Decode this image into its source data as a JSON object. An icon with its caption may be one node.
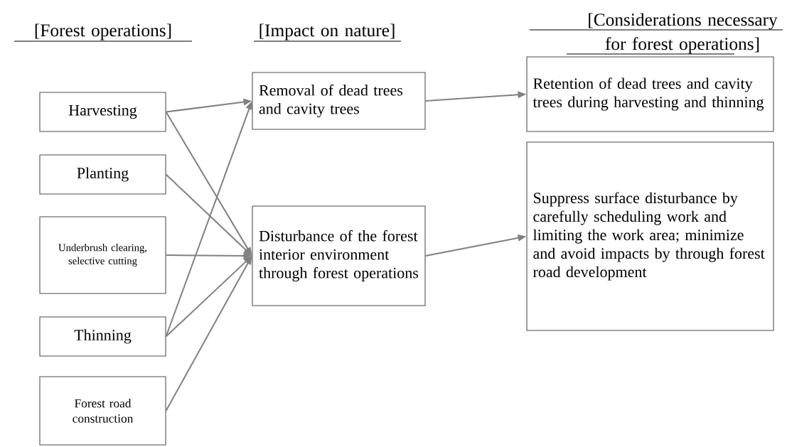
{
  "diagram": {
    "nodes": [
      {
        "text": [
          "Harvesting"
        ]
      },
      {
        "text": [
          "Planting"
        ]
      },
      {
        "text": [
          "Underbrush clearing, selective cutting"
        ]
      },
      {
        "text": [
          "Thinning"
        ]
      },
      {
        "text": [
          "Forest road construction"
        ]
      },
      {
        "text": [
          "Removal of dead trees and cavity trees"
        ]
      },
      {
        "text": [
          "Disturbance of the forest interior environment through forest operations"
        ]
      },
      {
        "text": [
          "Retention of dead trees and cavity trees during harvesting and thinning"
        ]
      },
      {
        "text": [
          "Suppress surface disturbance by carefully scheduling work and limiting the work area; minimize and avoid impacts by through forest road development"
        ]
      }
    ],
    "edges": [
      {
        "from": 0,
        "to": 5,
        "arrow": "to"
      },
      {
        "from": 0,
        "to": 6,
        "arrow": "to"
      },
      {
        "from": 1,
        "to": 6,
        "arrow": "to"
      },
      {
        "from": 2,
        "to": 6,
        "arrow": "to"
      },
      {
        "from": 3,
        "to": 5,
        "arrow": "to"
      },
      {
        "from": 3,
        "to": 6,
        "arrow": "to"
      },
      {
        "from": 4,
        "to": 6,
        "arrow": "to"
      },
      {
        "from": 5,
        "to": 7,
        "arrow": "to"
      },
      {
        "from": 6,
        "to": 8,
        "arrow": "to"
      }
    ],
    "labels": [
      "[Forest operations]",
      "[Impact on nature]",
      "[Considerations necessary for forest operations]"
    ]
  }
}
